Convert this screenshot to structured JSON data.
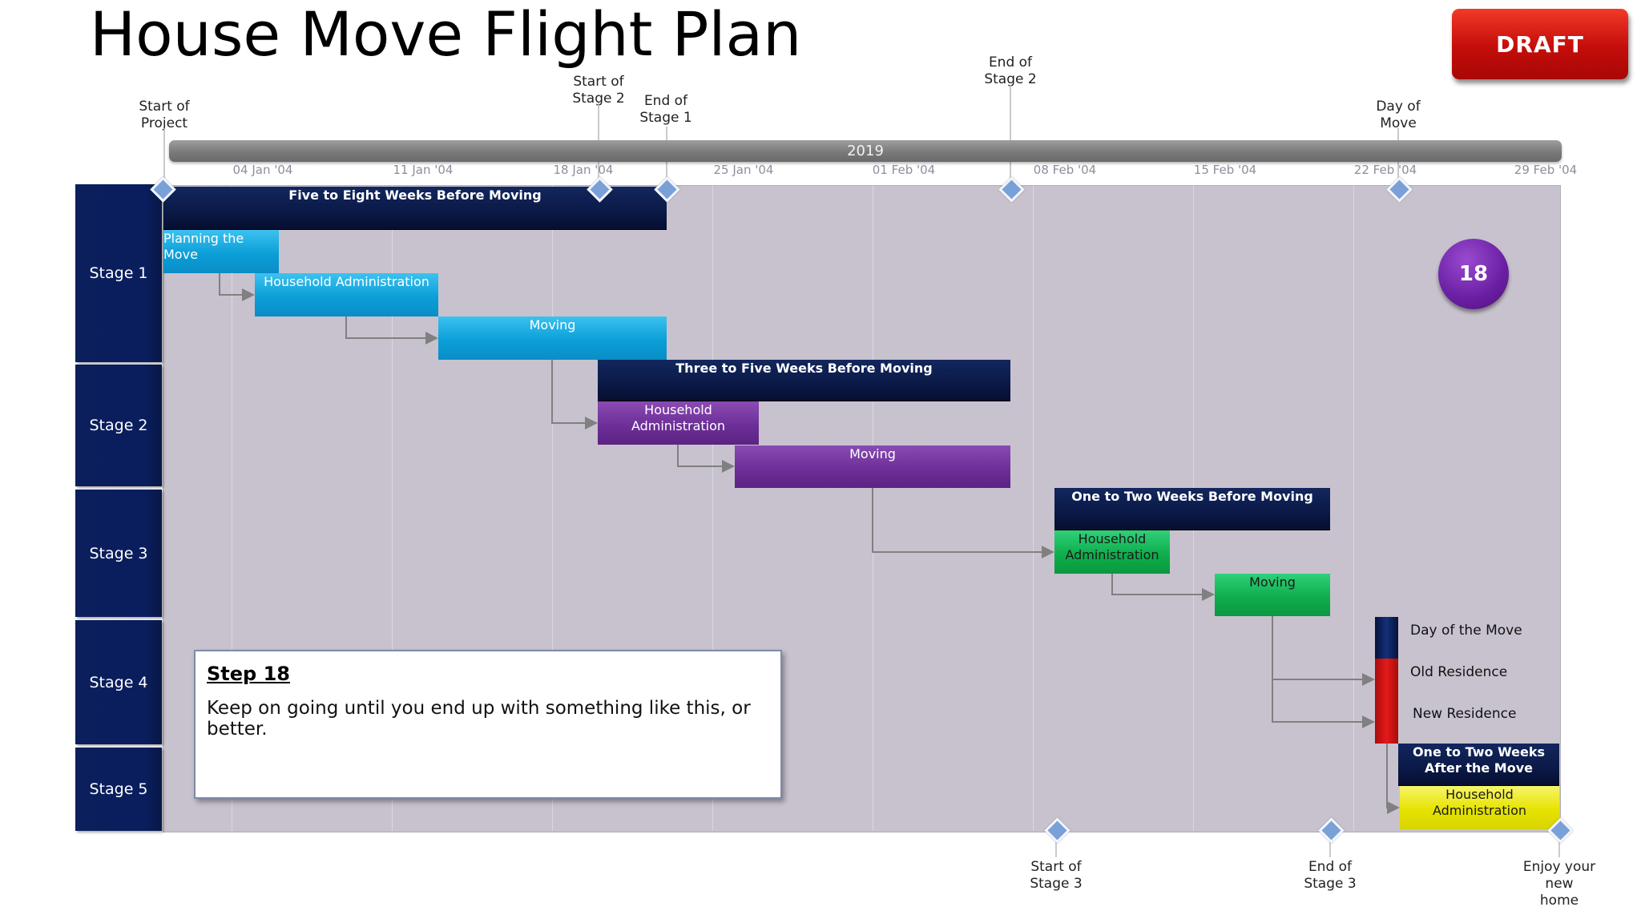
{
  "title": "House Move Flight Plan",
  "draft_label": "DRAFT",
  "timeline": {
    "year_label": "2019",
    "ticks": [
      "04 Jan '04",
      "11 Jan '04",
      "18 Jan '04",
      "25 Jan '04",
      "01 Feb '04",
      "08 Feb '04",
      "15 Feb '04",
      "22 Feb '04",
      "29 Feb '04"
    ]
  },
  "milestones_top": [
    {
      "label": "Start of\nProject"
    },
    {
      "label": "Start of\nStage 2"
    },
    {
      "label": "End of\nStage 1"
    },
    {
      "label": "End of\nStage 2"
    },
    {
      "label": "Day of\nMove"
    }
  ],
  "milestones_bottom": [
    {
      "label": "Start of\nStage 3"
    },
    {
      "label": "End of\nStage 3"
    },
    {
      "label": "Enjoy your new\nhome"
    }
  ],
  "stages": [
    "Stage 1",
    "Stage 2",
    "Stage 3",
    "Stage 4",
    "Stage 5"
  ],
  "bars": {
    "s1_summary": "Five to Eight Weeks Before Moving",
    "s1_planning": "Planning the Move",
    "s1_household": "Household Administration",
    "s1_moving": "Moving",
    "s2_summary": "Three to Five Weeks Before Moving",
    "s2_household": "Household Administration",
    "s2_moving": "Moving",
    "s3_summary": "One to Two Weeks Before Moving",
    "s3_household": "Household Administration",
    "s3_moving": "Moving",
    "s5_summary": "One to Two Weeks After the Move",
    "s5_household": "Household Administration"
  },
  "key": {
    "day_of_move": "Day of the Move",
    "old_residence": "Old Residence",
    "new_residence": "New Residence"
  },
  "step_badge": "18",
  "note": {
    "title": "Step 18",
    "body": "Keep on going until you end up with something like this, or better."
  },
  "colors": {
    "stage_navy": "#0a1e5e",
    "task_blue": "#0b9fd8",
    "task_purple": "#6d2f98",
    "task_green": "#0fae4c",
    "task_yellow": "#e6e300",
    "draft_red": "#c40d0a",
    "badge_purple": "#6a1fa3"
  }
}
